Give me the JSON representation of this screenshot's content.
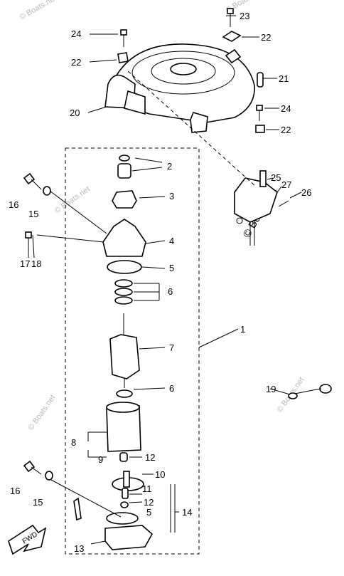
{
  "watermark": "© Boats.net",
  "fwd_label": "FWD",
  "callouts": {
    "c1": "1",
    "c2": "2",
    "c3": "3",
    "c4": "4",
    "c5a": "5",
    "c5b": "5",
    "c6a": "6",
    "c6b": "6",
    "c7": "7",
    "c8": "8",
    "c9": "9",
    "c10": "10",
    "c11": "11",
    "c12a": "12",
    "c12b": "12",
    "c13": "13",
    "c14": "14",
    "c15a": "15",
    "c15b": "15",
    "c16a": "16",
    "c16b": "16",
    "c17": "17",
    "c18": "18",
    "c19": "19",
    "c20": "20",
    "c21": "21",
    "c22a": "22",
    "c22b": "22",
    "c22c": "22",
    "c23": "23",
    "c24a": "24",
    "c24b": "24",
    "c25": "25",
    "c26": "26",
    "c27": "27"
  }
}
